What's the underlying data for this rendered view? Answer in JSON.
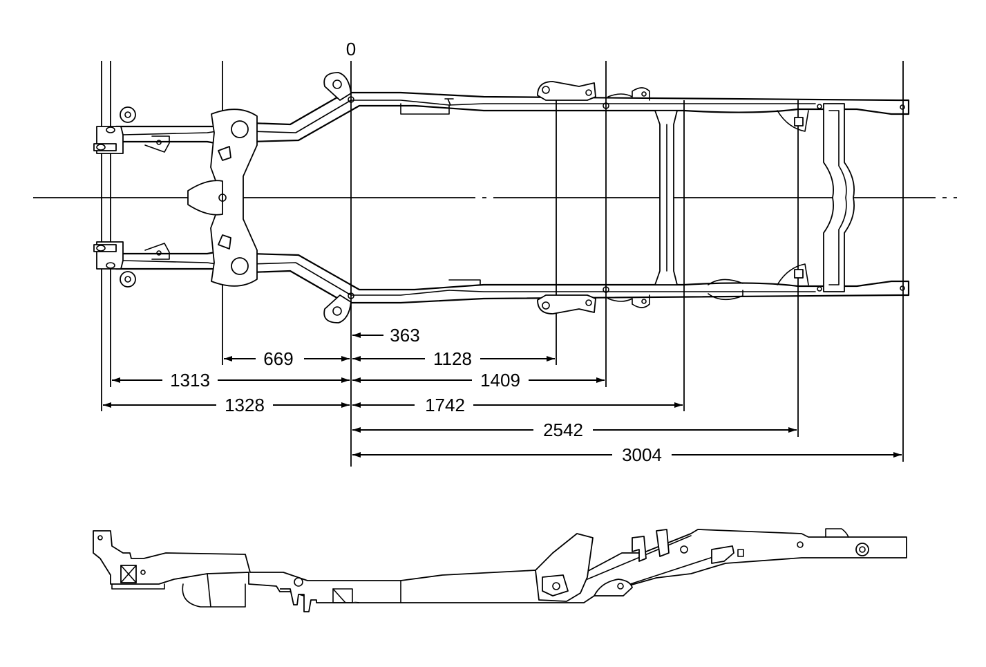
{
  "diagram": {
    "zero_label": "0",
    "dimensions": [
      {
        "id": "d363",
        "label": "363"
      },
      {
        "id": "d669",
        "label": "669"
      },
      {
        "id": "d1128",
        "label": "1128"
      },
      {
        "id": "d1313",
        "label": "1313"
      },
      {
        "id": "d1409",
        "label": "1409"
      },
      {
        "id": "d1328",
        "label": "1328"
      },
      {
        "id": "d1742",
        "label": "1742"
      },
      {
        "id": "d2542",
        "label": "2542"
      },
      {
        "id": "d3004",
        "label": "3004"
      }
    ]
  }
}
